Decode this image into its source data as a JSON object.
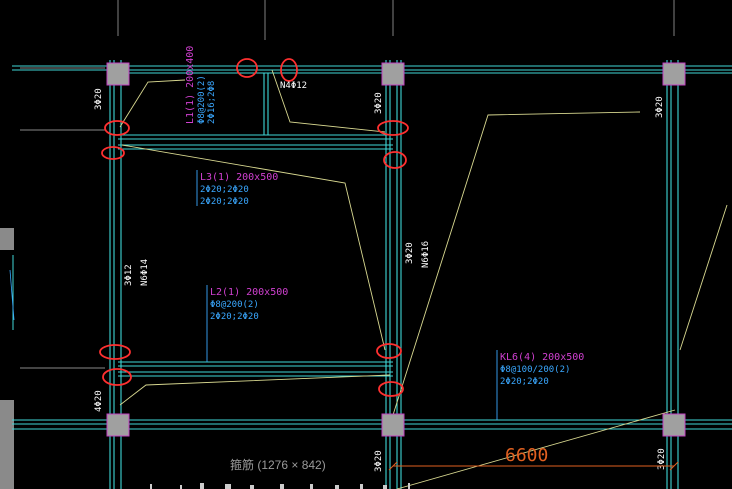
{
  "colors": {
    "background": "#000000",
    "beam_line": "#3fd6d6",
    "column_fill": "#a0a0a0",
    "column_edge": "#c040c0",
    "leader_line": "#d8d890",
    "beam_title": "#d040d0",
    "rebar_text": "#3aa8ff",
    "column_text": "#ffffff",
    "highlight_circle": "#ff3030",
    "dimension": "#e06020",
    "caption": "#9a9a9a"
  },
  "annotations": {
    "l1": {
      "title": "L1(1) 200x400",
      "stirrup": "Φ8@200(2)",
      "bars": "2Φ16;2Φ8"
    },
    "l3": {
      "title": "L3(1) 200x500",
      "stirrup": "2Φ20;2Φ20",
      "bars": "2Φ20;2Φ20"
    },
    "l2": {
      "title": "L2(1) 200x500",
      "stirrup": "Φ8@200(2)",
      "bars": "2Φ20;2Φ20"
    },
    "kl6": {
      "title": "KL6(4) 200x500",
      "stirrup": "Φ8@100/200(2)",
      "bars": "2Φ20;2Φ20"
    },
    "n4": "N4Φ12",
    "col_top_left": "3Φ20",
    "col_top_mid": "3Φ20",
    "col_top_right": "3Φ20",
    "col_mid_left": "3Φ12",
    "col_mid_left_n": "N6Φ14",
    "col_mid_mid": "3Φ20",
    "col_mid_mid_n": "N6Φ16",
    "col_bottom_left": "4Φ20",
    "col_bottom_mid": "3Φ20",
    "col_bottom_right": "3Φ20"
  },
  "dimension": {
    "value": "6600"
  },
  "caption": "箍筋 (1276 × 842)"
}
